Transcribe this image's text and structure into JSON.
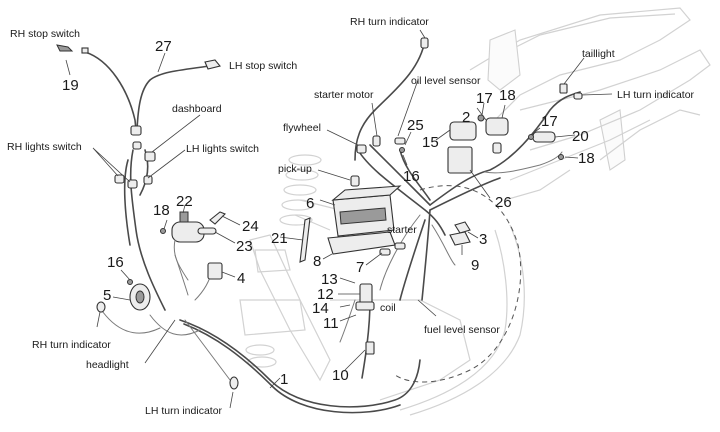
{
  "diagram": {
    "type": "exploded wiring harness diagram",
    "subject": "scooter electrical system",
    "text_labels": [
      {
        "id": "rh-stop-switch",
        "text": "RH stop switch"
      },
      {
        "id": "lh-stop-switch",
        "text": "LH stop switch"
      },
      {
        "id": "dashboard",
        "text": "dashboard"
      },
      {
        "id": "rh-lights-switch",
        "text": "RH lights switch"
      },
      {
        "id": "lh-lights-switch",
        "text": "LH lights switch"
      },
      {
        "id": "rh-turn-indicator-top",
        "text": "RH turn indicator"
      },
      {
        "id": "oil-level-sensor",
        "text": "oil level sensor"
      },
      {
        "id": "starter-motor",
        "text": "starter motor"
      },
      {
        "id": "flywheel",
        "text": "flywheel"
      },
      {
        "id": "pick-up",
        "text": "pick-up"
      },
      {
        "id": "starter",
        "text": "starter"
      },
      {
        "id": "taillight",
        "text": "taillight"
      },
      {
        "id": "lh-turn-indicator-rear",
        "text": "LH turn indicator"
      },
      {
        "id": "coil",
        "text": "coil"
      },
      {
        "id": "fuel-level-sensor",
        "text": "fuel level sensor"
      },
      {
        "id": "rh-turn-indicator-front",
        "text": "RH turn indicator"
      },
      {
        "id": "headlight",
        "text": "headlight"
      },
      {
        "id": "lh-turn-indicator-front",
        "text": "LH turn indicator"
      }
    ],
    "part_numbers": [
      {
        "id": "p27",
        "text": "27"
      },
      {
        "id": "p19",
        "text": "19"
      },
      {
        "id": "p22",
        "text": "22"
      },
      {
        "id": "p18a",
        "text": "18"
      },
      {
        "id": "p24",
        "text": "24"
      },
      {
        "id": "p23",
        "text": "23"
      },
      {
        "id": "p21",
        "text": "21"
      },
      {
        "id": "p4",
        "text": "4"
      },
      {
        "id": "p16",
        "text": "16"
      },
      {
        "id": "p5",
        "text": "5"
      },
      {
        "id": "p1",
        "text": "1"
      },
      {
        "id": "p6",
        "text": "6"
      },
      {
        "id": "p8",
        "text": "8"
      },
      {
        "id": "p7",
        "text": "7"
      },
      {
        "id": "p13",
        "text": "13"
      },
      {
        "id": "p12",
        "text": "12"
      },
      {
        "id": "p14",
        "text": "14"
      },
      {
        "id": "p11",
        "text": "11"
      },
      {
        "id": "p10",
        "text": "10"
      },
      {
        "id": "p25",
        "text": "25"
      },
      {
        "id": "p16b",
        "text": "16"
      },
      {
        "id": "p15",
        "text": "15"
      },
      {
        "id": "p2",
        "text": "2"
      },
      {
        "id": "p17a",
        "text": "17"
      },
      {
        "id": "p18b",
        "text": "18"
      },
      {
        "id": "p17b",
        "text": "17"
      },
      {
        "id": "p20",
        "text": "20"
      },
      {
        "id": "p18c",
        "text": "18"
      },
      {
        "id": "p26",
        "text": "26"
      },
      {
        "id": "p3",
        "text": "3"
      },
      {
        "id": "p9",
        "text": "9"
      }
    ]
  }
}
